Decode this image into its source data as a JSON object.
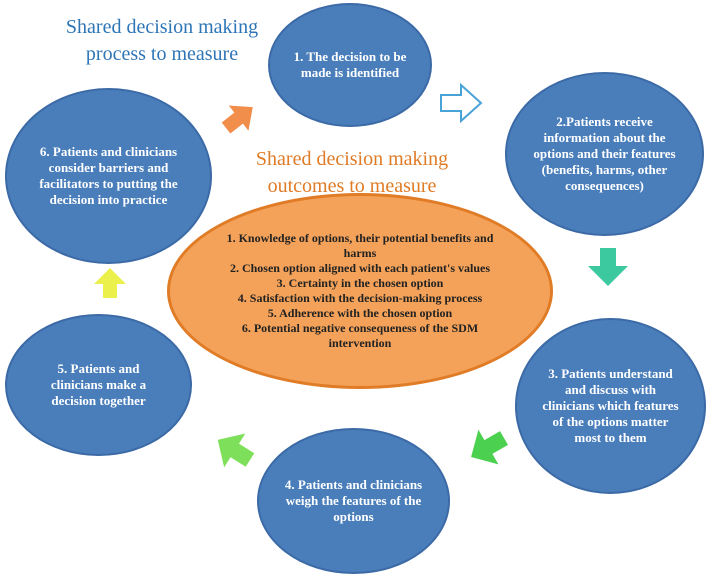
{
  "titles": {
    "process": "Shared decision making process to measure",
    "outcomes": "Shared decision making outcomes to measure"
  },
  "steps": [
    {
      "label": "1. The decision to be made is identified"
    },
    {
      "label": "2.Patients receive information about the options and their features (benefits, harms, other consequences)"
    },
    {
      "label": "3. Patients understand and discuss with clinicians which features of the options matter most to them"
    },
    {
      "label": "4. Patients and clinicians weigh the features of  the options"
    },
    {
      "label": "5. Patients and clinicians make a decision together"
    },
    {
      "label": "6. Patients and clinicians consider barriers and facilitators to putting the decision into practice"
    }
  ],
  "outcomes": [
    "1. Knowledge of options, their potential benefits and harms",
    "2. Chosen option aligned with each patient's values",
    "3. Certainty in the chosen option",
    "4. Satisfaction with the decision-making process",
    "5. Adherence with the chosen option",
    "6. Potential negative consequeness of the SDM intervention"
  ],
  "colors": {
    "circle_fill": "#4a7ebb",
    "center_fill": "#f4a259",
    "center_border": "#e07b26",
    "arrow_orange": "#f28e4c",
    "arrow_outline": "#4aa3d8",
    "arrow_teal": "#3cc9a0",
    "arrow_green": "#4bd14f",
    "arrow_lightgreen": "#7ee05a",
    "arrow_yellow": "#ebf04a"
  }
}
